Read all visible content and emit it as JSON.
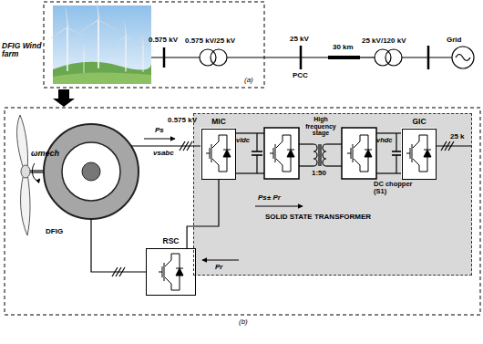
{
  "diagram": {
    "nodes": [
      {
        "text": [
          "SOLID STATE TRANSFORMER"
        ]
      },
      {
        "text": [
          "MIC"
        ],
        "in": 0
      },
      {
        "text": [
          "GIC"
        ],
        "in": 0
      },
      {
        "text": [
          "RSC"
        ]
      }
    ],
    "edges": [
      {
        "from": 3,
        "to": 1,
        "arrow": "none"
      }
    ],
    "labels": [
      "DFIG Wind farm",
      "0.575 kV",
      "0.575 kV/25 kV",
      "25 kV",
      "PCC",
      "30 km",
      "25 kV/120 kV",
      "Grid",
      "(a)",
      "ωmech",
      "DFIG",
      "Ps",
      "0.575 kV",
      "vsabc",
      "vldc",
      "High frequency stage",
      "1:50",
      "vhdc",
      "DC chopper (S1)",
      "Ps± Pr",
      "Pr",
      "25 k",
      "(b)"
    ]
  }
}
